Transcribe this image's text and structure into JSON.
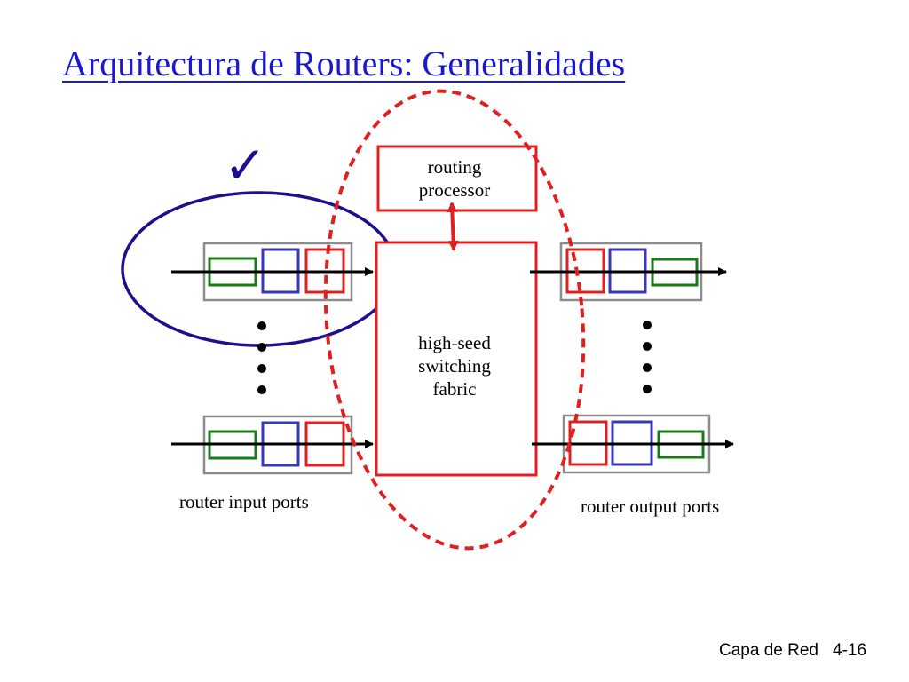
{
  "slide": {
    "title": "Arquitectura de Routers: Generalidades",
    "footer_label": "Capa de Red",
    "page_number": "4-16"
  },
  "diagram": {
    "routing_processor": [
      "routing",
      "processor"
    ],
    "switching_fabric": [
      "high-seed",
      "switching",
      "fabric"
    ],
    "input_ports_label": "router input ports",
    "output_ports_label": "router output ports",
    "checkmark": "✓"
  },
  "colors": {
    "title": "#1a1acc",
    "red": "#e02020",
    "green": "#1a7a1a",
    "blue": "#3838b8",
    "navy_ellipse": "#1c108c",
    "port_border": "#8c8c8c"
  }
}
